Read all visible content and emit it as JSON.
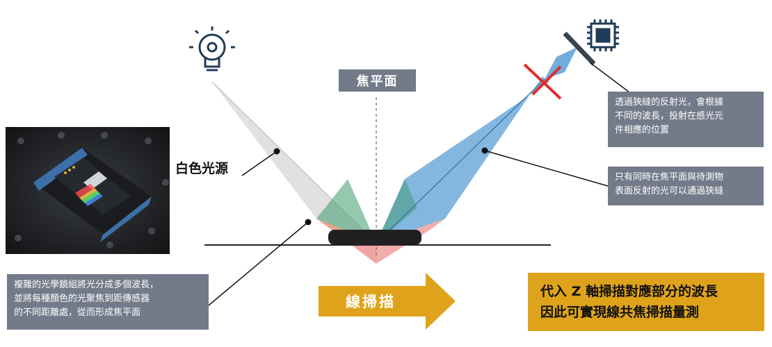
{
  "focal_plane_label": "焦平面",
  "white_light_label": "白色光源",
  "scan_label": "線掃描",
  "reflection_note": [
    "透過狹縫的反射光，會根據",
    "不同的波長，投射在感光元",
    "件相應的位置"
  ],
  "slit_note": [
    "只有同時在焦平面與待測物",
    "表面反射的光可以通過狹縫"
  ],
  "optics_note": [
    "複雜的光學鏡組將光分成多個波長，",
    "並將每種顏色的光聚焦到距傳感器",
    "的不同距離處，從而形成焦平面"
  ],
  "summary": [
    "代入 Z 軸掃描對應部分的波長",
    "因此可實現線共焦掃描量測"
  ],
  "colors": {
    "label_bg": "#737b8a",
    "accent_gold": "#dfa31b",
    "icon_blue": "#1f3b57",
    "beam_blue": "#5b9fd6",
    "slit_red": "#e32b2b"
  },
  "icons": [
    "lightbulb-gear-icon",
    "chip-sensor-icon"
  ]
}
